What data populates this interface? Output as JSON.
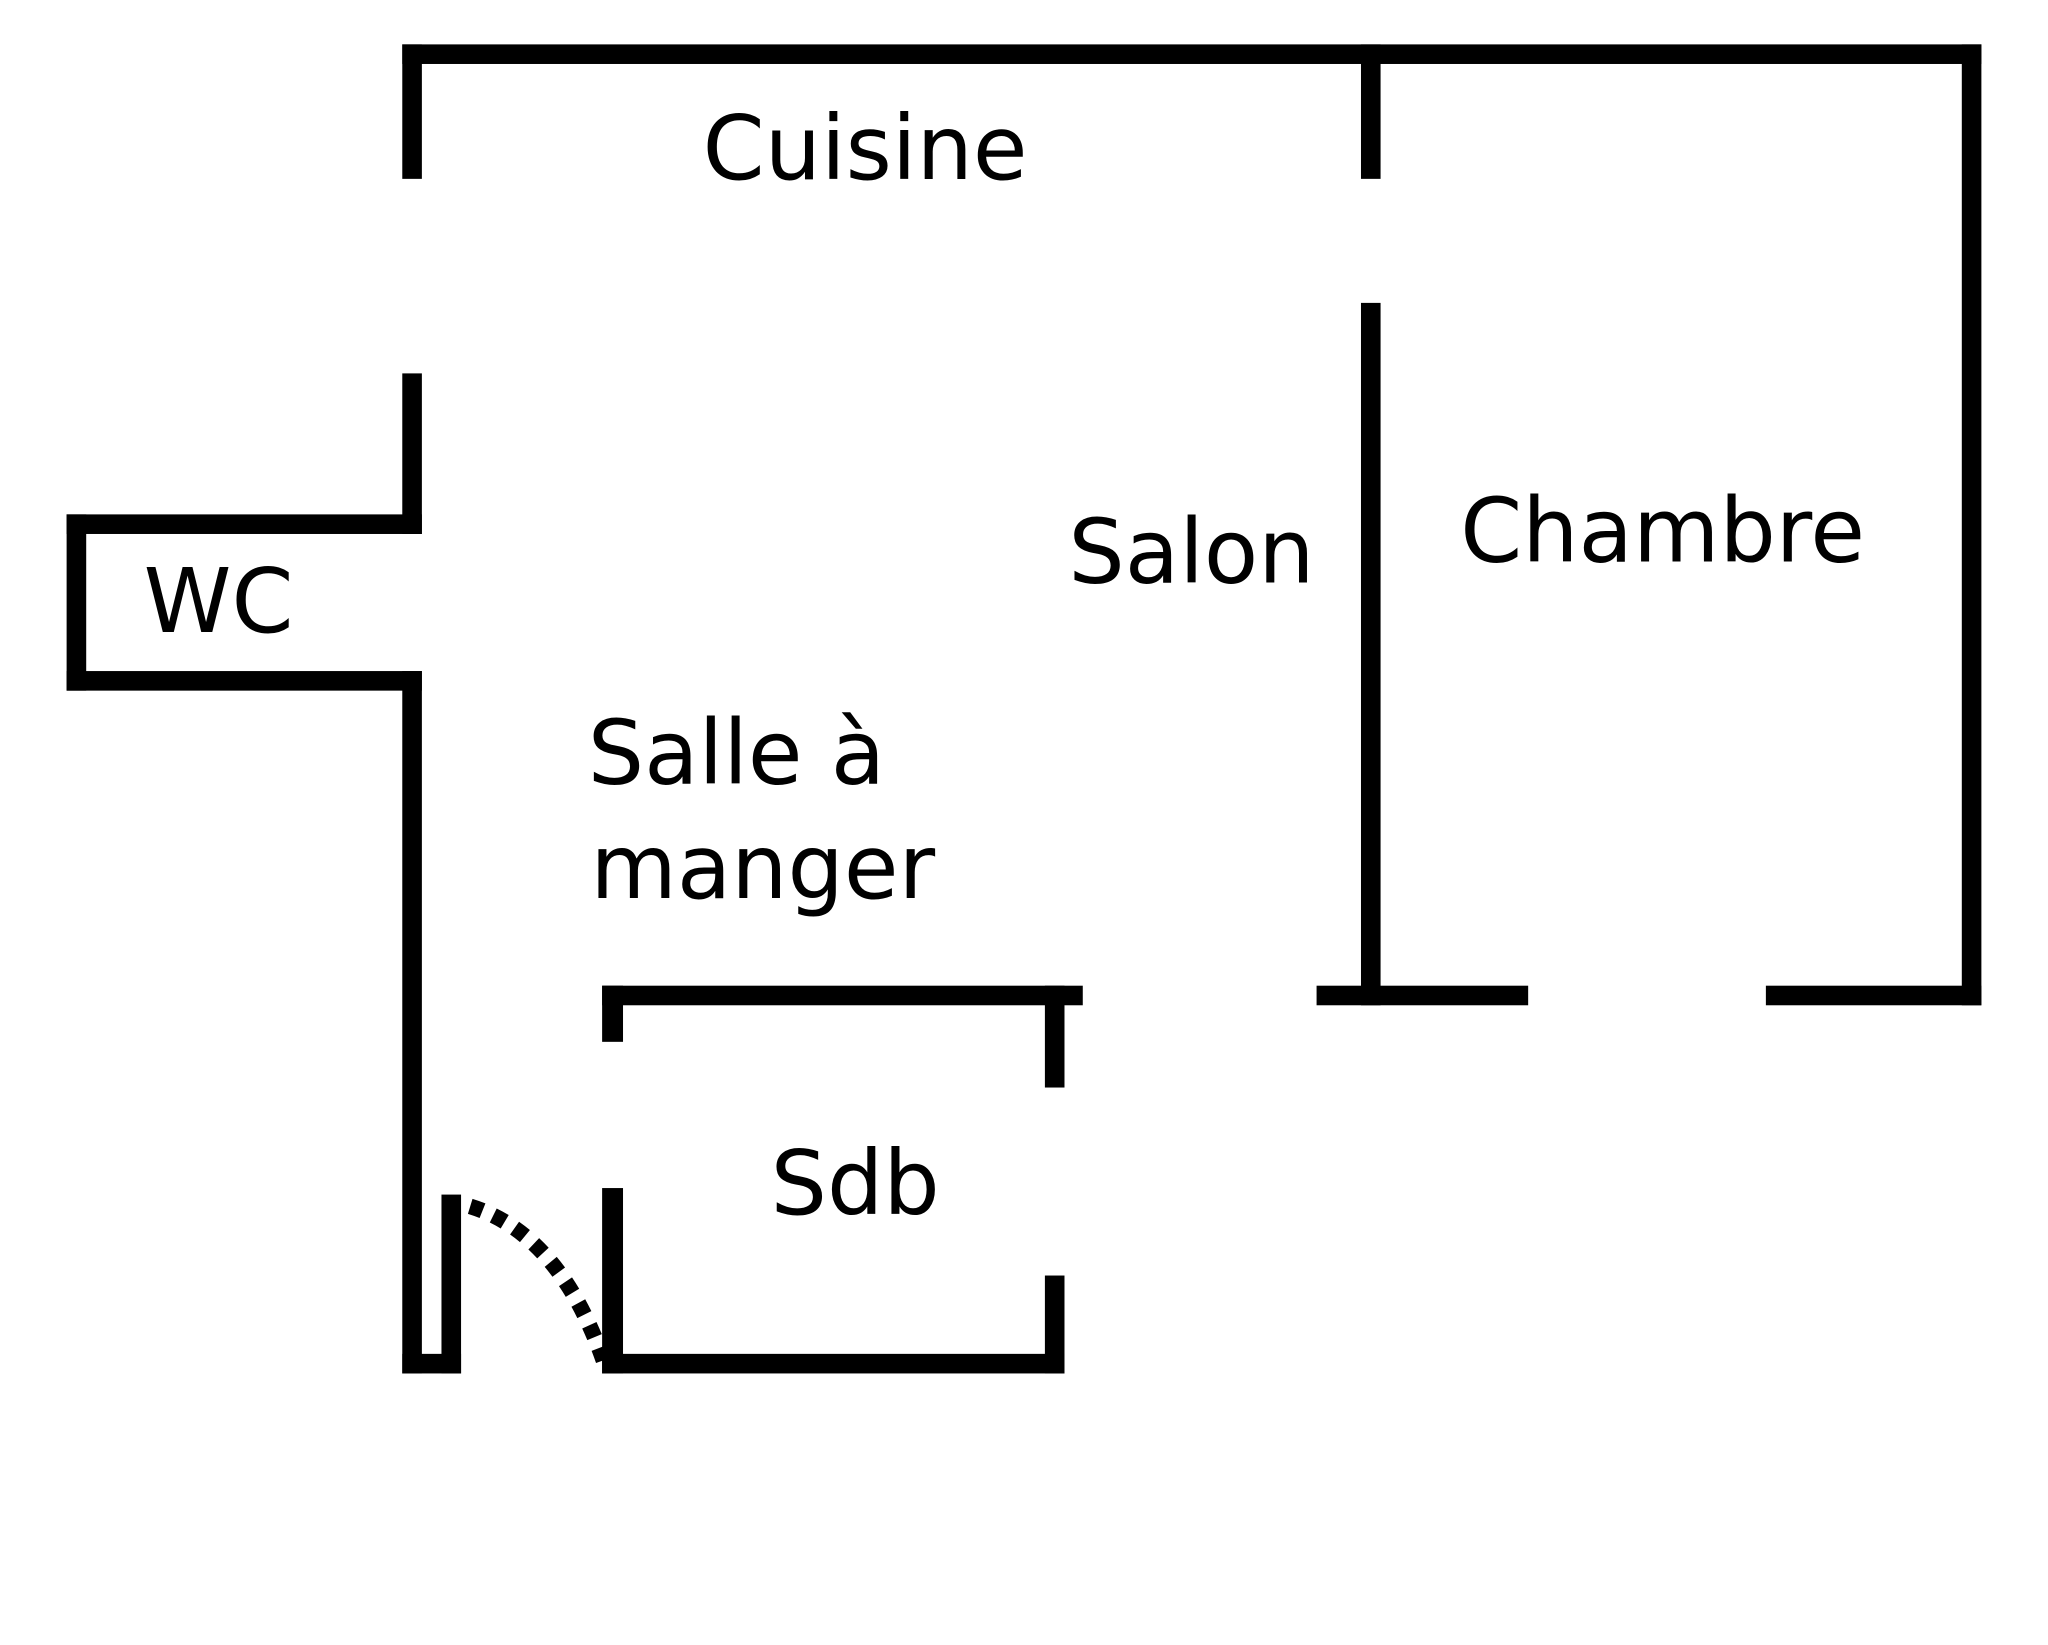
{
  "title": "Floor plan",
  "colors": {
    "wall": "#000000",
    "background": "#ffffff"
  },
  "rooms": {
    "kitchen": "Cuisine",
    "living_room": "Salon",
    "bedroom": "Chambre",
    "toilet": "WC",
    "dining_line1": "Salle à",
    "dining_line2": "manger",
    "bathroom": "Sdb"
  }
}
